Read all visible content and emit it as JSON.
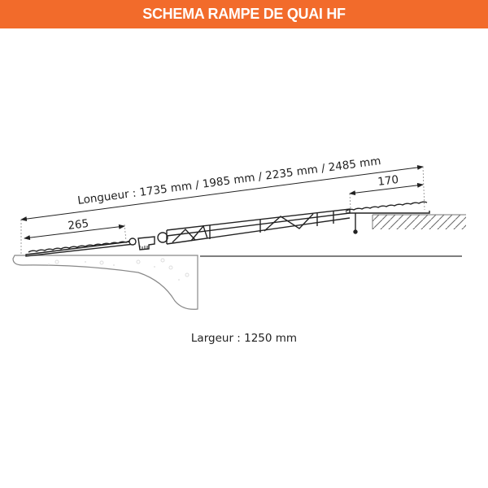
{
  "header": {
    "title": "SCHEMA RAMPE DE QUAI HF",
    "background_color": "#f26b2b",
    "text_color": "#ffffff"
  },
  "diagram": {
    "length_label": "Longueur : 1735 mm / 1985 mm / 2235 mm / 2485 mm",
    "left_lip_dimension": "265",
    "right_lip_dimension": "170",
    "width_label": "Largeur : 1250 mm",
    "line_color": "#222222",
    "ground_color": "#888888"
  }
}
